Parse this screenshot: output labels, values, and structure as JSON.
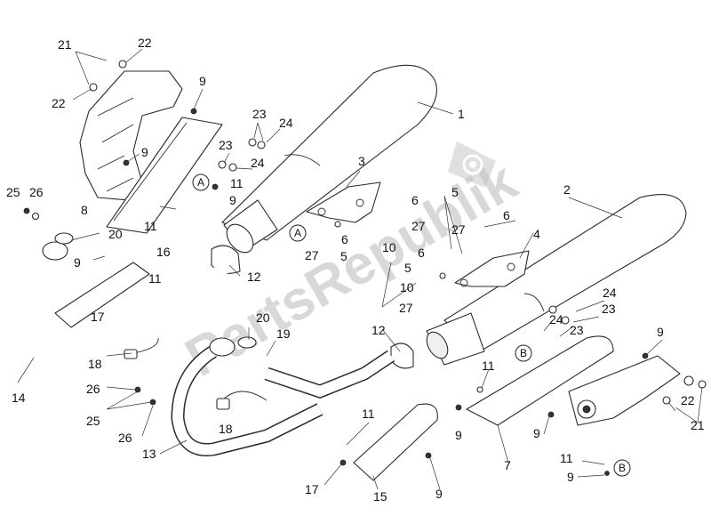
{
  "watermark": {
    "text": "PartsRepublik",
    "icon": "gear-icon"
  },
  "callouts": {
    "c1": "1",
    "c2": "2",
    "c3": "3",
    "c4": "4",
    "c5a": "5",
    "c5b": "5",
    "c5c": "5",
    "c6a": "6",
    "c6b": "6",
    "c6c": "6",
    "c6d": "6",
    "c7": "7",
    "c8": "8",
    "c9a": "9",
    "c9b": "9",
    "c9c": "9",
    "c9d": "9",
    "c9e": "9",
    "c9f": "9",
    "c9g": "9",
    "c9h": "9",
    "c10a": "10",
    "c10b": "10",
    "c11a": "11",
    "c11b": "11",
    "c11c": "11",
    "c11d": "11",
    "c11e": "11",
    "c11f": "11",
    "c12a": "12",
    "c12b": "12",
    "c13": "13",
    "c14": "14",
    "c15": "15",
    "c16": "16",
    "c17a": "17",
    "c17b": "17",
    "c18a": "18",
    "c18b": "18",
    "c19": "19",
    "c20a": "20",
    "c20b": "20",
    "c21a": "21",
    "c21b": "21",
    "c22a": "22",
    "c22b": "22",
    "c22c": "22",
    "c23a": "23",
    "c23b": "23",
    "c23c": "23",
    "c23d": "23",
    "c24a": "24",
    "c24b": "24",
    "c24c": "24",
    "c24d": "24",
    "c25a": "25",
    "c25b": "25",
    "c26a": "26",
    "c26b": "26",
    "c26c": "26",
    "c27a": "27",
    "c27b": "27",
    "c27c": "27",
    "c27d": "27"
  },
  "markers": {
    "mA1": "A",
    "mA2": "A",
    "mB1": "B",
    "mB2": "B"
  }
}
